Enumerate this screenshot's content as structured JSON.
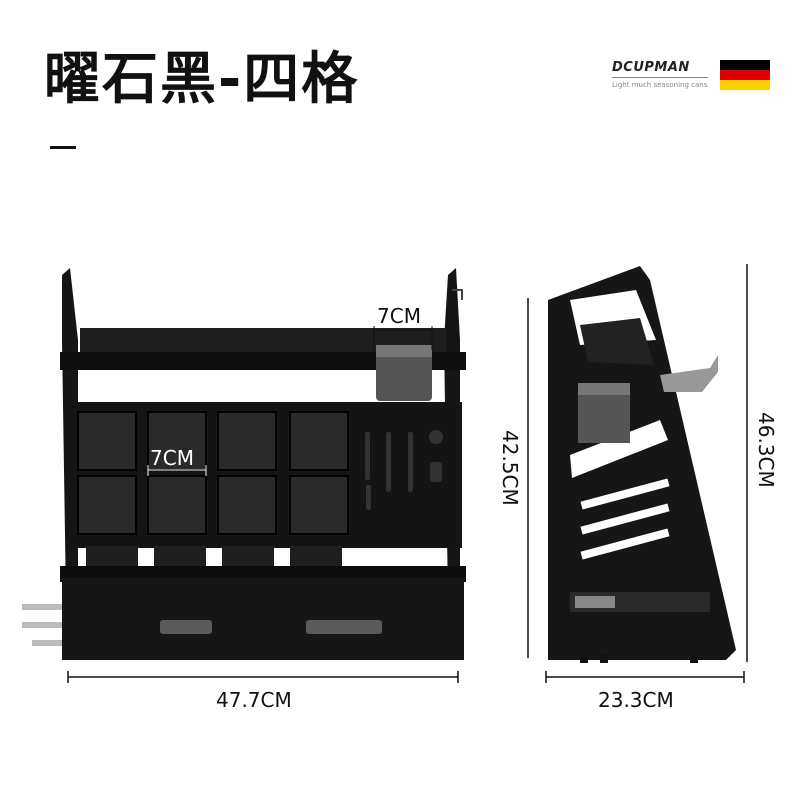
{
  "title": "曜石黑-四格",
  "brand": {
    "name": "DCUPMAN",
    "tagline": "Light much seasoning cans"
  },
  "flag_colors": [
    "#000000",
    "#DD0000",
    "#FFCE00"
  ],
  "dimensions": {
    "cup_width_top": "7CM",
    "compartment_width": "7CM",
    "front_height": "42.5CM",
    "front_width": "47.7CM",
    "side_height": "46.3CM",
    "side_depth": "23.3CM"
  },
  "colors": {
    "rack": "#1a1a1a",
    "rack_dark": "#0c0c0c",
    "accent_metal": "#8a8a8a"
  }
}
